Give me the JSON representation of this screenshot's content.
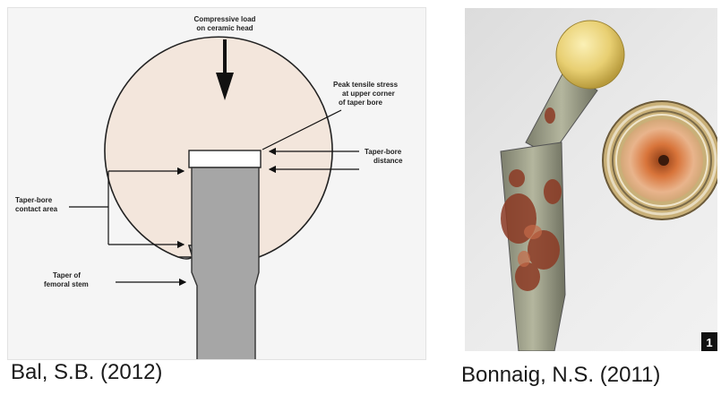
{
  "left_figure": {
    "labels": {
      "compressive_load_line1": "Compressive load",
      "compressive_load_line2": "on ceramic head",
      "peak_tensile_line1": "Peak tensile stress",
      "peak_tensile_line2": "at upper corner",
      "peak_tensile_line3": "of taper bore",
      "taper_bore_distance_line1": "Taper-bore",
      "taper_bore_distance_line2": "distance",
      "contact_area_line1": "Taper-bore",
      "contact_area_line2": "contact area",
      "taper_stem_line1": "Taper of",
      "taper_stem_line2": "femoral stem"
    },
    "caption": "Bal, S.B. (2012)",
    "colors": {
      "head_fill": "#f3e6dc",
      "stem_fill": "#a6a6a6",
      "line": "#111111"
    }
  },
  "right_figure": {
    "badge": "1",
    "caption": "Bonnaig, N.S. (2011)",
    "colors": {
      "ball": "#e8cf72",
      "stem_metal": "#9ea08a",
      "rust": "#8c3a24"
    }
  }
}
